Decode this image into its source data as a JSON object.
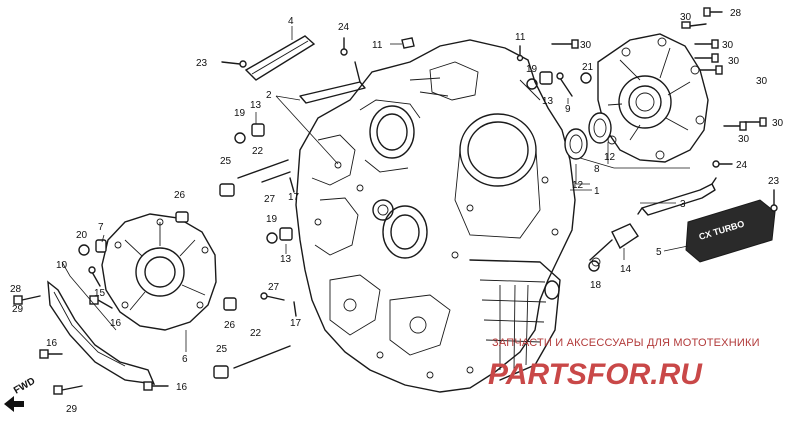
{
  "diagram": {
    "callouts": [
      {
        "id": "c1",
        "label": "1"
      },
      {
        "id": "c2",
        "label": "2"
      },
      {
        "id": "c3",
        "label": "3"
      },
      {
        "id": "c4",
        "label": "4"
      },
      {
        "id": "c5",
        "label": "5"
      },
      {
        "id": "c6",
        "label": "6"
      },
      {
        "id": "c7",
        "label": "7"
      },
      {
        "id": "c8",
        "label": "8"
      },
      {
        "id": "c9",
        "label": "9"
      },
      {
        "id": "c10",
        "label": "10"
      },
      {
        "id": "c11",
        "label": "11"
      },
      {
        "id": "c11b",
        "label": "11"
      },
      {
        "id": "c12",
        "label": "12"
      },
      {
        "id": "c12b",
        "label": "12"
      },
      {
        "id": "c13a",
        "label": "13"
      },
      {
        "id": "c13b",
        "label": "13"
      },
      {
        "id": "c13c",
        "label": "13"
      },
      {
        "id": "c14",
        "label": "14"
      },
      {
        "id": "c15",
        "label": "15"
      },
      {
        "id": "c16a",
        "label": "16"
      },
      {
        "id": "c16b",
        "label": "16"
      },
      {
        "id": "c16c",
        "label": "16"
      },
      {
        "id": "c17a",
        "label": "17"
      },
      {
        "id": "c17b",
        "label": "17"
      },
      {
        "id": "c18",
        "label": "18"
      },
      {
        "id": "c19a",
        "label": "19"
      },
      {
        "id": "c19b",
        "label": "19"
      },
      {
        "id": "c19c",
        "label": "19"
      },
      {
        "id": "c20",
        "label": "20"
      },
      {
        "id": "c21",
        "label": "21"
      },
      {
        "id": "c22a",
        "label": "22"
      },
      {
        "id": "c22b",
        "label": "22"
      },
      {
        "id": "c23a",
        "label": "23"
      },
      {
        "id": "c23b",
        "label": "23"
      },
      {
        "id": "c24a",
        "label": "24"
      },
      {
        "id": "c24b",
        "label": "24"
      },
      {
        "id": "c25a",
        "label": "25"
      },
      {
        "id": "c25b",
        "label": "25"
      },
      {
        "id": "c26a",
        "label": "26"
      },
      {
        "id": "c26b",
        "label": "26"
      },
      {
        "id": "c27a",
        "label": "27"
      },
      {
        "id": "c27b",
        "label": "27"
      },
      {
        "id": "c28a",
        "label": "28"
      },
      {
        "id": "c28b",
        "label": "28"
      },
      {
        "id": "c29a",
        "label": "29"
      },
      {
        "id": "c29b",
        "label": "29"
      },
      {
        "id": "c30a",
        "label": "30"
      },
      {
        "id": "c30b",
        "label": "30"
      },
      {
        "id": "c30c",
        "label": "30"
      },
      {
        "id": "c30d",
        "label": "30"
      },
      {
        "id": "c30e",
        "label": "30"
      },
      {
        "id": "c30f",
        "label": "30"
      },
      {
        "id": "c30g",
        "label": "30"
      }
    ],
    "fwd_label": "FWD",
    "emblem_text": "CX TURBO",
    "watermark": {
      "caption": "ЗАПЧАСТИ И АКСЕССУАРЫ ДЛЯ МОТОТЕХНИКИ",
      "logo": "PARTSFOR.RU"
    },
    "colors": {
      "ink": "#1a1a1a",
      "watermark": "#c94848"
    }
  }
}
